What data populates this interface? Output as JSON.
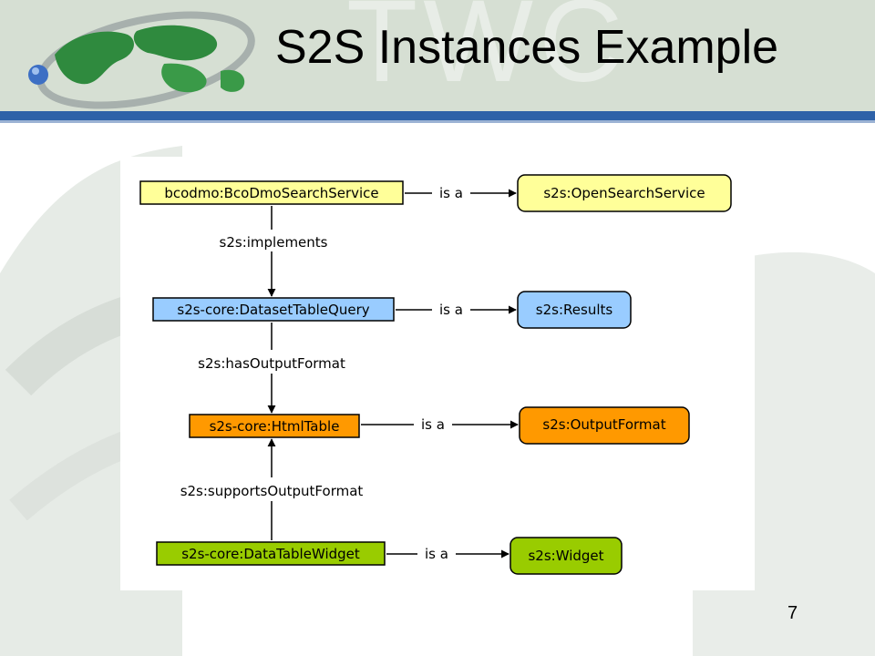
{
  "slide": {
    "title": "S2S Instances Example",
    "watermark": "TWC",
    "page_number": "7"
  },
  "colors": {
    "header_bg": "#d6dfd3",
    "header_bar": "#2e62a8",
    "yellow": "#ffff99",
    "blue": "#99ccff",
    "orange": "#ff9900",
    "green": "#99cc00"
  },
  "diagram": {
    "instances": [
      {
        "id": "bcodmo",
        "label": "bcodmo:BcoDmoSearchService",
        "color": "yellow"
      },
      {
        "id": "query",
        "label": "s2s-core:DatasetTableQuery",
        "color": "blue"
      },
      {
        "id": "html",
        "label": "s2s-core:HtmlTable",
        "color": "orange"
      },
      {
        "id": "widget",
        "label": "s2s-core:DataTableWidget",
        "color": "green"
      }
    ],
    "classes": [
      {
        "id": "oss",
        "label": "s2s:OpenSearchService",
        "color": "yellow"
      },
      {
        "id": "results",
        "label": "s2s:Results",
        "color": "blue"
      },
      {
        "id": "outfmt",
        "label": "s2s:OutputFormat",
        "color": "orange"
      },
      {
        "id": "wclass",
        "label": "s2s:Widget",
        "color": "green"
      }
    ],
    "type_edge_label": "is a",
    "vertical_edges": [
      {
        "from": "bcodmo",
        "to": "query",
        "label": "s2s:implements"
      },
      {
        "from": "query",
        "to": "html",
        "label": "s2s:hasOutputFormat"
      },
      {
        "from": "widget",
        "to": "html",
        "label": "s2s:supportsOutputFormat"
      }
    ]
  }
}
